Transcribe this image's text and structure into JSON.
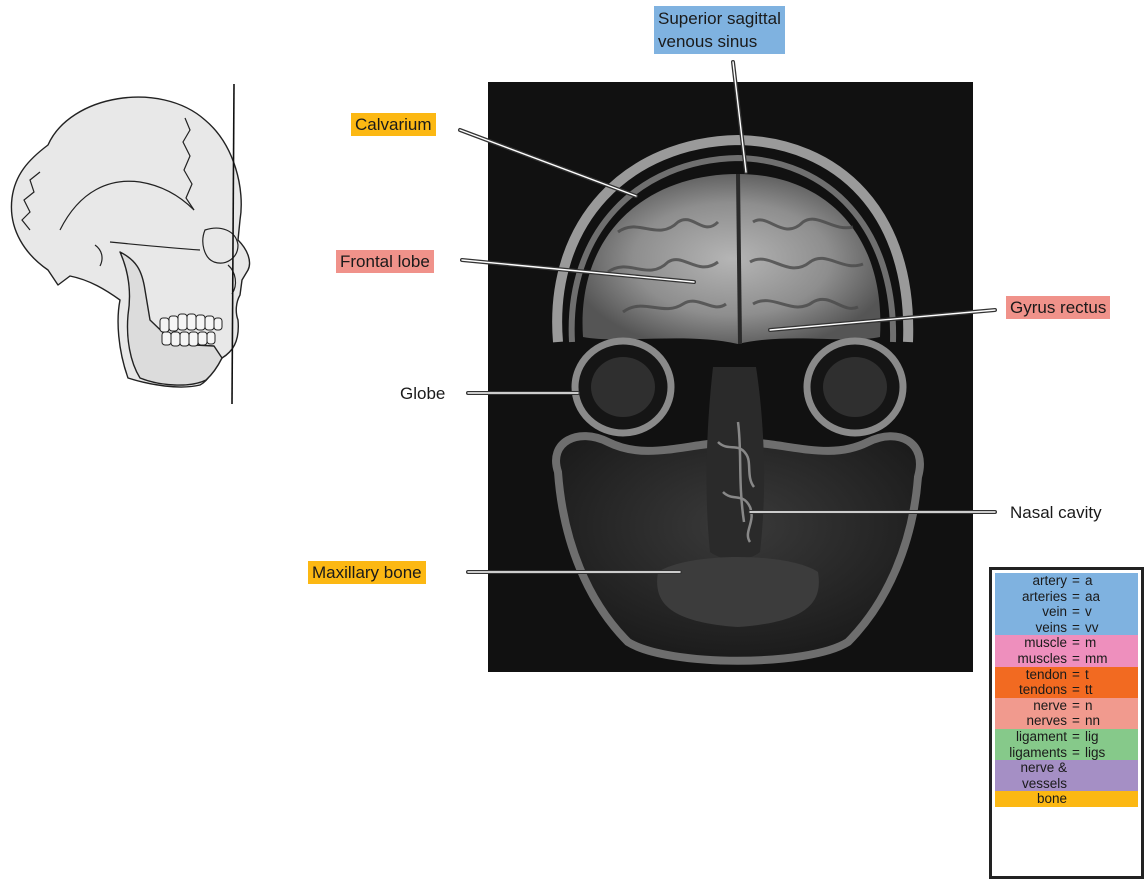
{
  "labels": {
    "superior_sagittal": "Superior sagittal\nvenous sinus",
    "calvarium": "Calvarium",
    "frontal_lobe": "Frontal lobe",
    "gyrus_rectus": "Gyrus rectus",
    "globe": "Globe",
    "nasal_cavity": "Nasal cavity",
    "maxillary_bone": "Maxillary bone"
  },
  "label_colors": {
    "vessel": "#7fb2e0",
    "bone": "#fcb813",
    "nerve": "#f0928a",
    "none": "transparent"
  },
  "legend": {
    "groups": [
      {
        "name": "vessels",
        "color": "#7fb2e0",
        "rows": [
          {
            "term": "artery",
            "abbr": "a"
          },
          {
            "term": "arteries",
            "abbr": "aa"
          },
          {
            "term": "vein",
            "abbr": "v"
          },
          {
            "term": "veins",
            "abbr": "vv"
          }
        ]
      },
      {
        "name": "muscles",
        "color": "#ee8fbd",
        "rows": [
          {
            "term": "muscle",
            "abbr": "m"
          },
          {
            "term": "muscles",
            "abbr": "mm"
          }
        ]
      },
      {
        "name": "tendons",
        "color": "#f26a21",
        "rows": [
          {
            "term": "tendon",
            "abbr": "t"
          },
          {
            "term": "tendons",
            "abbr": "tt"
          }
        ]
      },
      {
        "name": "nerves",
        "color": "#f19a8e",
        "rows": [
          {
            "term": "nerve",
            "abbr": "n"
          },
          {
            "term": "nerves",
            "abbr": "nn"
          }
        ]
      },
      {
        "name": "ligaments",
        "color": "#86c98a",
        "rows": [
          {
            "term": "ligament",
            "abbr": "lig"
          },
          {
            "term": "ligaments",
            "abbr": "ligs"
          }
        ]
      }
    ],
    "equals": "=",
    "nerve_vessels": {
      "text_1": "nerve &",
      "text_2": "vessels",
      "color": "#a58fc5"
    },
    "bone": {
      "text": "bone",
      "color": "#fcb813"
    }
  }
}
